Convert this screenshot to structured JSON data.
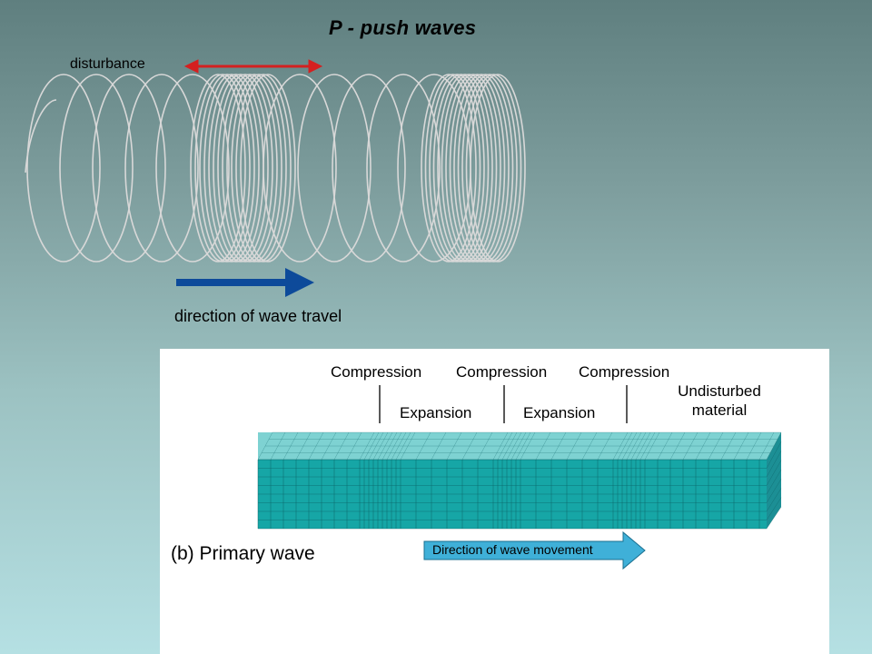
{
  "slide": {
    "title": "P - push waves",
    "disturbance_label": "disturbance",
    "direction_label": "direction of wave travel"
  },
  "panel": {
    "compression_labels": [
      "Compression",
      "Compression",
      "Compression"
    ],
    "expansion_labels": [
      "Expansion",
      "Expansion"
    ],
    "undisturbed_label_line1": "Undisturbed",
    "undisturbed_label_line2": "material",
    "primary_wave_label": "(b) Primary wave",
    "movement_label": "Direction of wave movement"
  },
  "colors": {
    "disturbance_arrow": "#d42020",
    "travel_arrow": "#0d4a9a",
    "coil": "#d8d8d8",
    "block_top": "#7ed2d2",
    "block_front": "#16a6a6",
    "block_grid": "#0b5f63",
    "movement_arrow": "#3fb0d8"
  }
}
